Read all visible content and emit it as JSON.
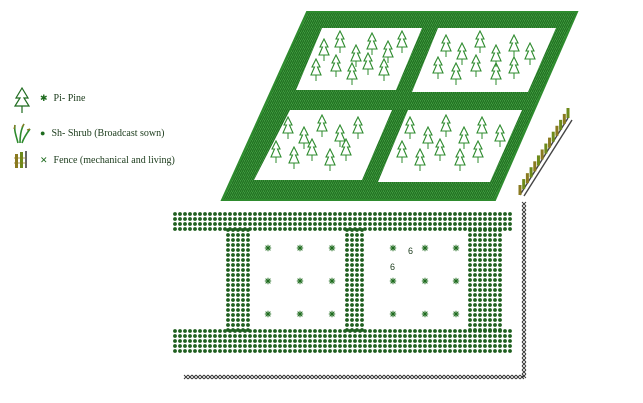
{
  "legend": [
    {
      "id": "pine",
      "mark": "✱",
      "label": "Pi- Pine"
    },
    {
      "id": "shrub",
      "mark": "●",
      "label": "Sh- Shrub (Broadcast sown)"
    },
    {
      "id": "fence",
      "mark": "✕",
      "label": "Fence (mechanical and living)"
    }
  ],
  "plan_labels": [
    "6",
    "6"
  ],
  "colors": {
    "pine": "#2e8b2e",
    "pine_dark": "#1e6b1e",
    "shrub_dot": "#1f5f1f",
    "fence_live": "#8a7a20",
    "fence_wire": "#444444",
    "text": "#1a3a1a"
  },
  "icons": {
    "pine": "pine-tree-icon",
    "shrub": "shrub-icon",
    "fence": "fence-post-icon"
  }
}
